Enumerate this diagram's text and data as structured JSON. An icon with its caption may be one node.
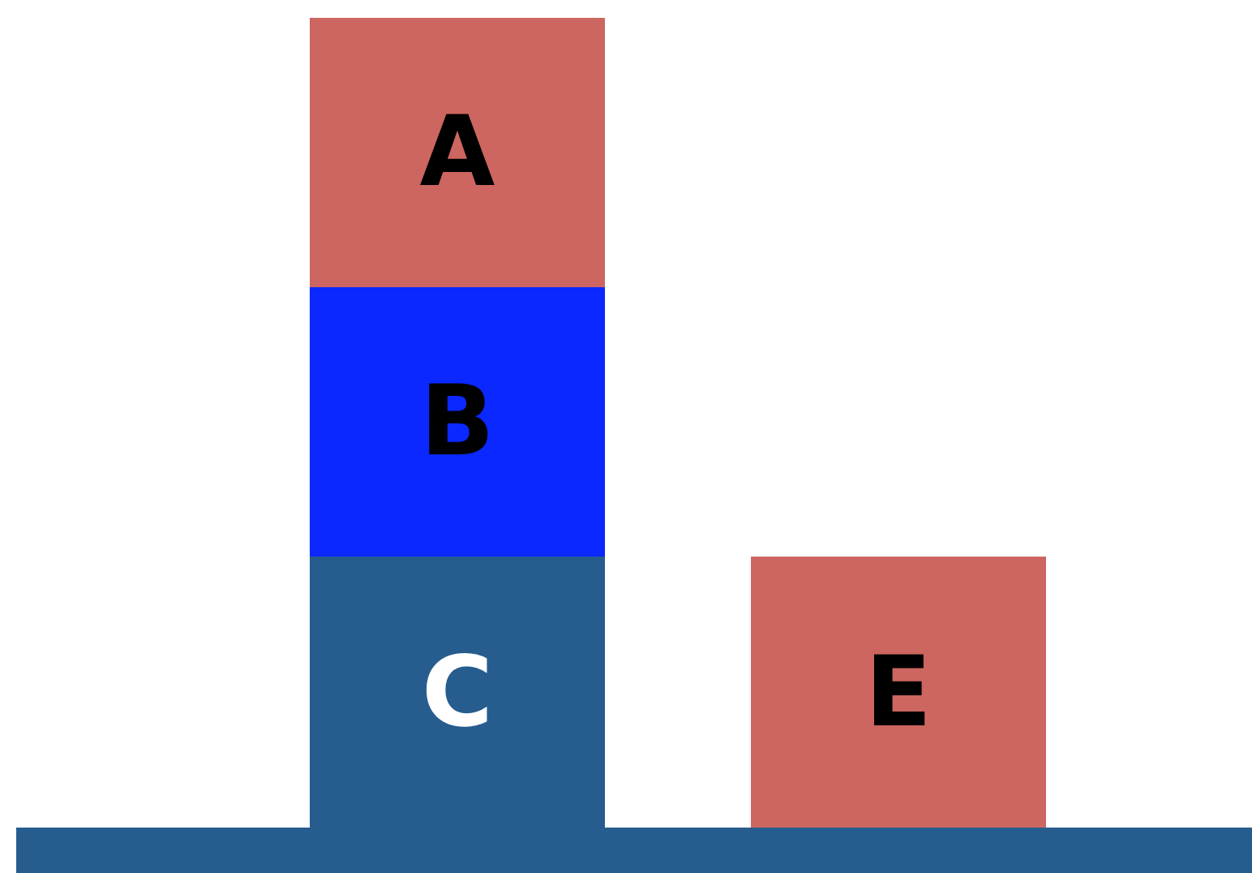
{
  "diagram": {
    "nodes": [
      {
        "text": [
          "A"
        ]
      },
      {
        "text": [
          "B"
        ]
      },
      {
        "text": [
          "C"
        ]
      },
      {
        "text": [
          "E"
        ]
      },
      {
        "text": [],
        "shape": "bar"
      }
    ],
    "edges": []
  }
}
